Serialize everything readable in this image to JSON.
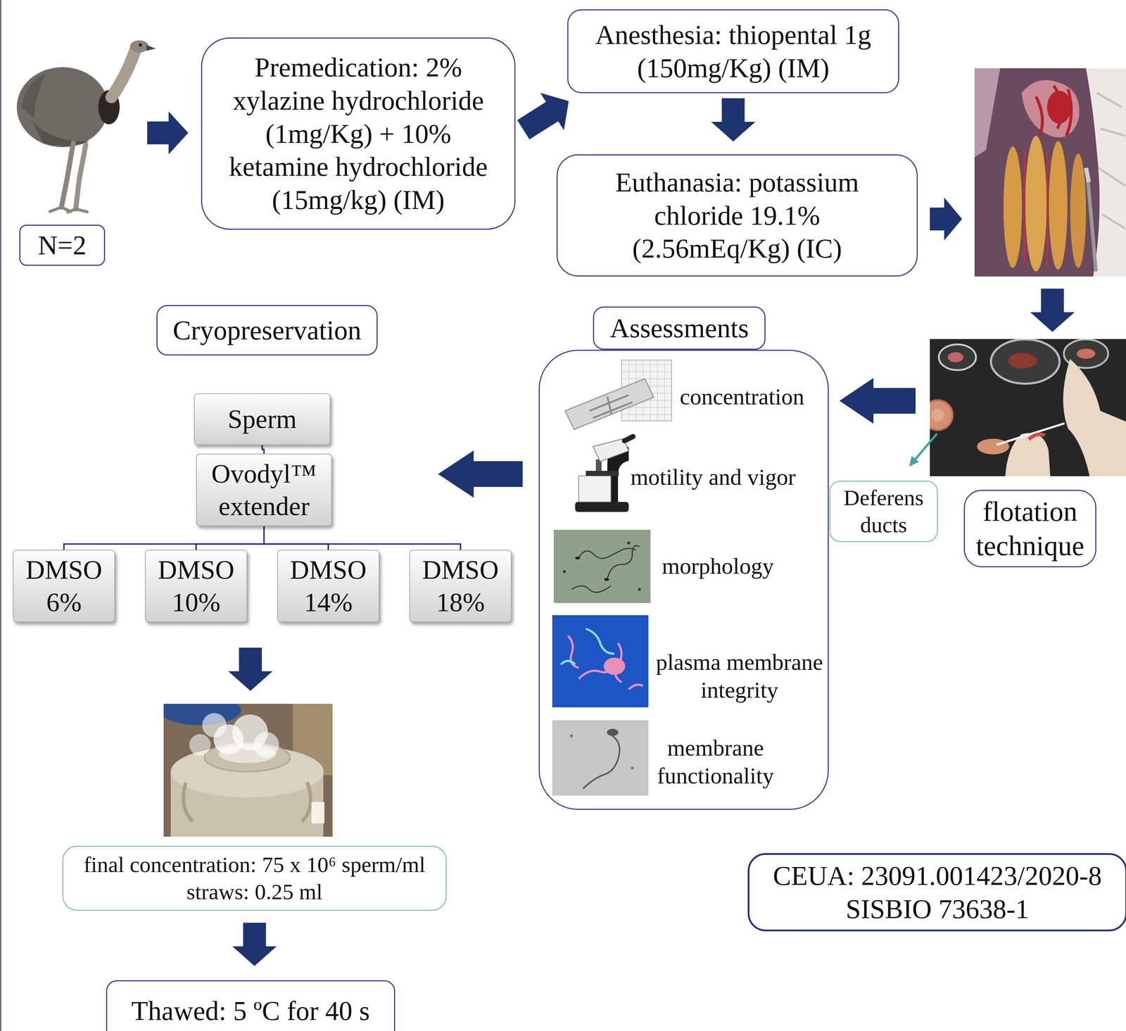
{
  "diagram": {
    "nodes": [
      {
        "text": [
          "N=2"
        ]
      },
      {
        "text": [
          "Premedication: 2% xylazine hydrochloride (1mg/Kg) + 10% ketamine hydrochloride (15mg/kg) (IM)"
        ]
      },
      {
        "text": [
          "Anesthesia: thiopental 1g (150mg/Kg) (IM)"
        ]
      },
      {
        "text": [
          "Euthanasia: potassium chloride 19.1% (2.56mEq/Kg) (IC)"
        ]
      },
      {
        "text": [
          "Cryopreservation"
        ]
      },
      {
        "text": [
          "Assessments"
        ]
      },
      {
        "text": [
          "concentration",
          "motility and vigor",
          "morphology",
          "plasma membrane integrity",
          "membrane functionality"
        ]
      },
      {
        "text": [
          "Sperm"
        ]
      },
      {
        "text": [
          "Ovodyl™ extender"
        ]
      },
      {
        "text": [
          "DMSO 6%"
        ]
      },
      {
        "text": [
          "DMSO 10%"
        ]
      },
      {
        "text": [
          "DMSO 14%"
        ]
      },
      {
        "text": [
          "DMSO 18%"
        ]
      },
      {
        "text": [
          "Deferens ducts"
        ]
      },
      {
        "text": [
          "flotation technique"
        ]
      },
      {
        "text": [
          "final concentration: 75 x 10⁶ sperm/ml",
          "straws: 0.25 ml"
        ]
      },
      {
        "text": [
          "Thawed: 5 ºC for 40 s"
        ]
      },
      {
        "text": [
          "CEUA: 23091.001423/2020-8",
          "SISBIO 73638-1"
        ]
      }
    ],
    "edges": [
      {
        "from": 1,
        "to": 2,
        "arrow": "to"
      },
      {
        "from": 2,
        "to": 3,
        "arrow": "to"
      },
      {
        "from": 7,
        "to": 8,
        "arrow": "none"
      },
      {
        "from": 8,
        "to": 9,
        "arrow": "none"
      },
      {
        "from": 8,
        "to": 10,
        "arrow": "none"
      },
      {
        "from": 8,
        "to": 11,
        "arrow": "none"
      },
      {
        "from": 8,
        "to": 12,
        "arrow": "none"
      },
      {
        "from": 15,
        "to": 16,
        "arrow": "to"
      }
    ]
  }
}
